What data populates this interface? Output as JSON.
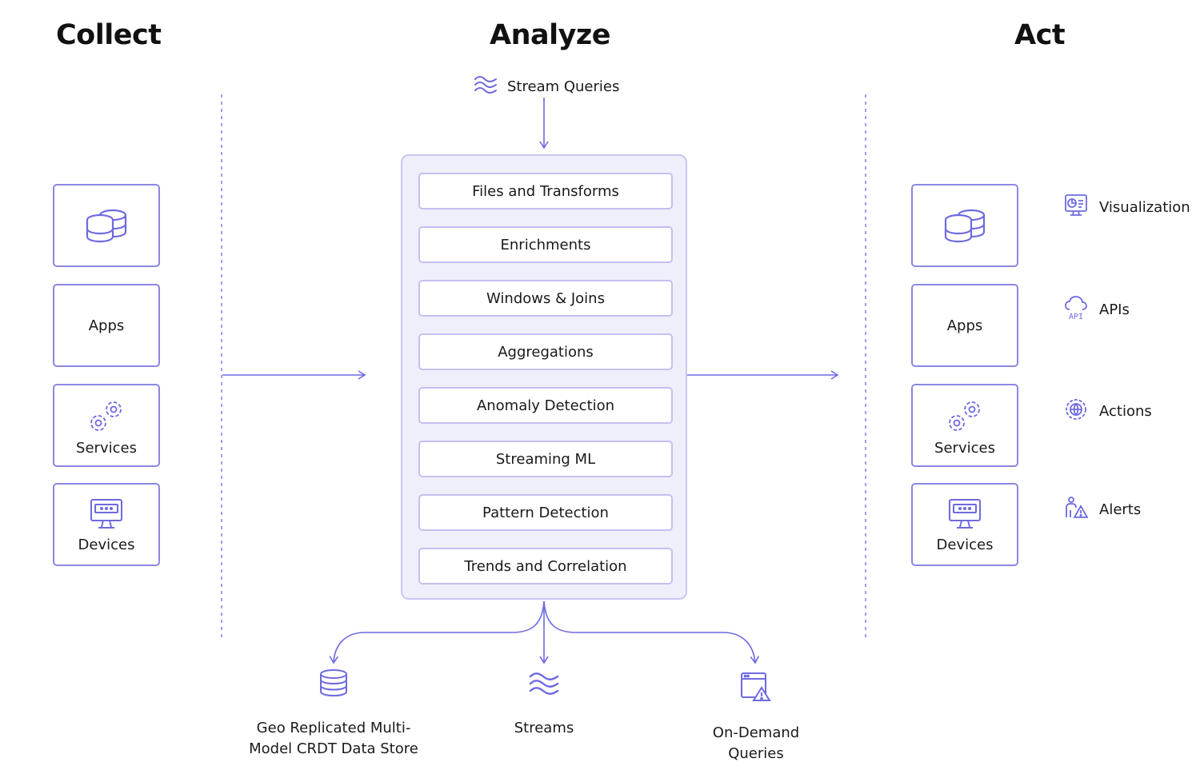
{
  "headings": {
    "collect": "Collect",
    "analyze": "Analyze",
    "act": "Act"
  },
  "colors": {
    "accent": "#6e6ae0",
    "border": "#8c87e3",
    "panel": "#efeefb"
  },
  "collect": {
    "cards": [
      {
        "label": "",
        "icon": "database-stack-icon"
      },
      {
        "label": "Apps",
        "icon": ""
      },
      {
        "label": "Services",
        "icon": "gears-icon"
      },
      {
        "label": "Devices",
        "icon": "monitor-icon"
      }
    ]
  },
  "analyze": {
    "input": {
      "label": "Stream Queries",
      "icon": "waves-icon"
    },
    "steps": [
      "Files and Transforms",
      "Enrichments",
      "Windows & Joins",
      "Aggregations",
      "Anomaly Detection",
      "Streaming ML",
      "Pattern Detection",
      "Trends and Correlation"
    ],
    "outputs": [
      {
        "line1": "Geo Replicated Multi-",
        "line2": "Model CRDT Data Store",
        "icon": "database-icon"
      },
      {
        "line1": "Streams",
        "line2": "",
        "icon": "waves-icon"
      },
      {
        "line1": "On-Demand",
        "line2": "Queries",
        "icon": "window-alert-icon"
      }
    ]
  },
  "act": {
    "cards": [
      {
        "label": "",
        "icon": "database-stack-icon"
      },
      {
        "label": "Apps",
        "icon": ""
      },
      {
        "label": "Services",
        "icon": "gears-icon"
      },
      {
        "label": "Devices",
        "icon": "monitor-icon"
      }
    ],
    "items": [
      {
        "label": "Visualization",
        "icon": "chart-monitor-icon"
      },
      {
        "label": "APIs",
        "icon": "cloud-api-icon"
      },
      {
        "label": "Actions",
        "icon": "globe-gear-icon"
      },
      {
        "label": "Alerts",
        "icon": "person-alert-icon"
      }
    ],
    "api_glyph": "API"
  }
}
